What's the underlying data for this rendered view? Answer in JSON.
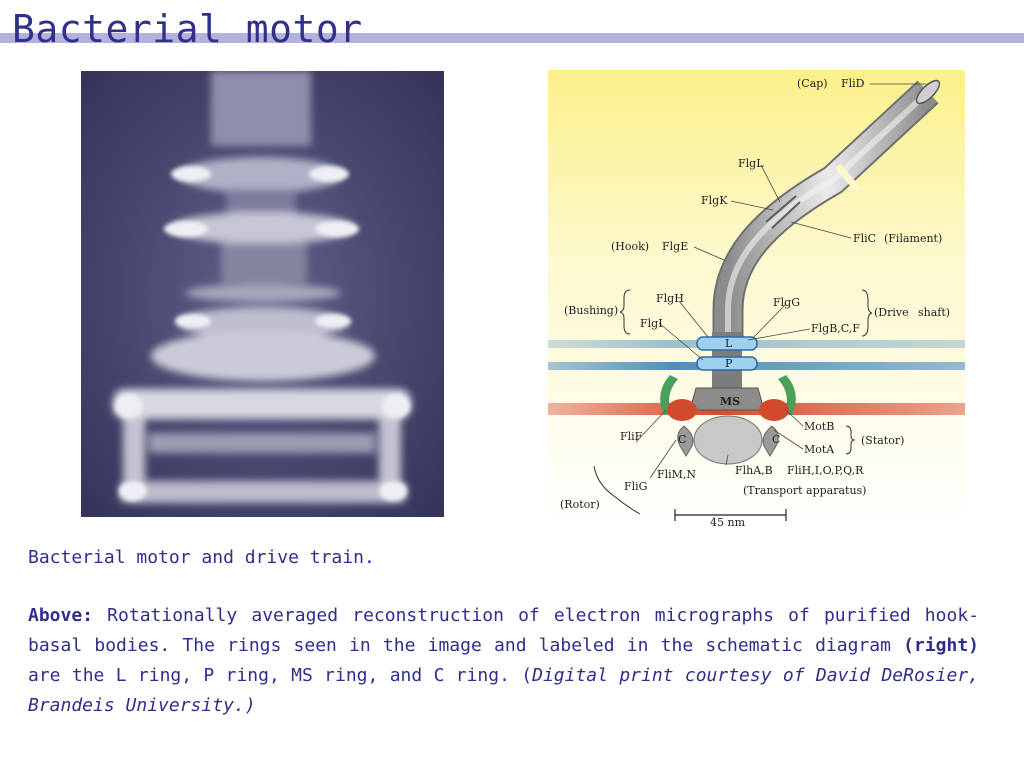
{
  "slide": {
    "title": "Bacterial motor",
    "caption": {
      "heading": "Bacterial motor and drive train.",
      "lead": "Above:",
      "text1": " Rotationally averaged reconstruction of electron micrographs of purified hook-basal bodies. The rings seen in the image and labeled in the schematic diagram ",
      "right": "(right)",
      "text2": " are the L ring, P ring, MS ring, and C ring. (",
      "credit": "Digital print courtesy of David DeRosier, Brandeis University.)"
    }
  },
  "diagram": {
    "labels": {
      "cap": "(Cap)",
      "flid": "FliD",
      "flgl": "FlgL",
      "flgk": "FlgK",
      "flic": "FliC",
      "filament": "(Filament)",
      "hook": "(Hook)",
      "flge": "FlgE",
      "bushing": "(Bushing)",
      "flgh": "FlgH",
      "flgi": "FlgI",
      "flgg": "FlgG",
      "flgbcf": "FlgB,C,F",
      "drive": "(Drive",
      "shaft": "shaft)",
      "ring_l": "L",
      "ring_p": "P",
      "ms": "MS",
      "ring_c": "C",
      "motb": "MotB",
      "mota": "MotA",
      "stator": "(Stator)",
      "flif": "FliF",
      "flimn": "FliM,N",
      "flhab": "FlhA,B",
      "flih": "FliH,I,O,P,Q,R",
      "flig": "FliG",
      "rotor": "(Rotor)",
      "transport": "(Transport apparatus)",
      "scale": "45 nm"
    }
  }
}
